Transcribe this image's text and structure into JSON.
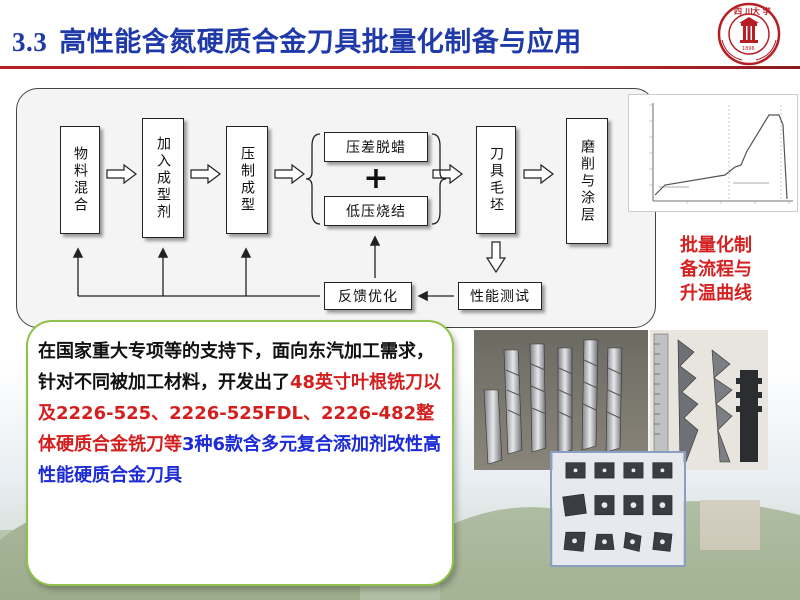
{
  "title": {
    "number": "3.3",
    "text": "高性能含氮硬质合金刀具批量化制备与应用"
  },
  "logo": {
    "name": "university-seal",
    "ring_text": "四川大学 SICHUAN UNIVERSITY",
    "year": "1896",
    "color": "#b61e24"
  },
  "flowchart": {
    "steps": [
      {
        "id": "mix",
        "label": "物料混合"
      },
      {
        "id": "additive",
        "label": "加入成型剂"
      },
      {
        "id": "press",
        "label": "压制成型"
      },
      {
        "id": "dewax",
        "label": "压差脱蜡"
      },
      {
        "id": "plus",
        "label": "+"
      },
      {
        "id": "sinter",
        "label": "低压烧结"
      },
      {
        "id": "blank",
        "label": "刀具毛坯"
      },
      {
        "id": "grind",
        "label": "磨削与涂层"
      },
      {
        "id": "test",
        "label": "性能测试"
      },
      {
        "id": "feedback",
        "label": "反馈优化"
      }
    ]
  },
  "plot": {
    "caption_lines": [
      "批量化制",
      "备流程与",
      "升温曲线"
    ],
    "type": "line"
  },
  "description": {
    "segments": [
      {
        "text": "在国家重大专项等的支持下，面向东汽加工需求，针对不同被加工材料，开发出了",
        "color": "black"
      },
      {
        "text": "48英寸叶根铣刀以及2226-525、2226-525FDL、2226-482整体硬质合金铣刀等",
        "color": "red"
      },
      {
        "text": "3种6款含多元复合添加剂改性高性能硬质合金刀具",
        "color": "blue"
      }
    ]
  },
  "colors": {
    "title": "#1f3aa8",
    "accent_rule": "#b61e24",
    "caption": "#d42222",
    "card_border": "#8fc24a",
    "red_text": "#d41f1f",
    "blue_text": "#1d2bd6"
  }
}
